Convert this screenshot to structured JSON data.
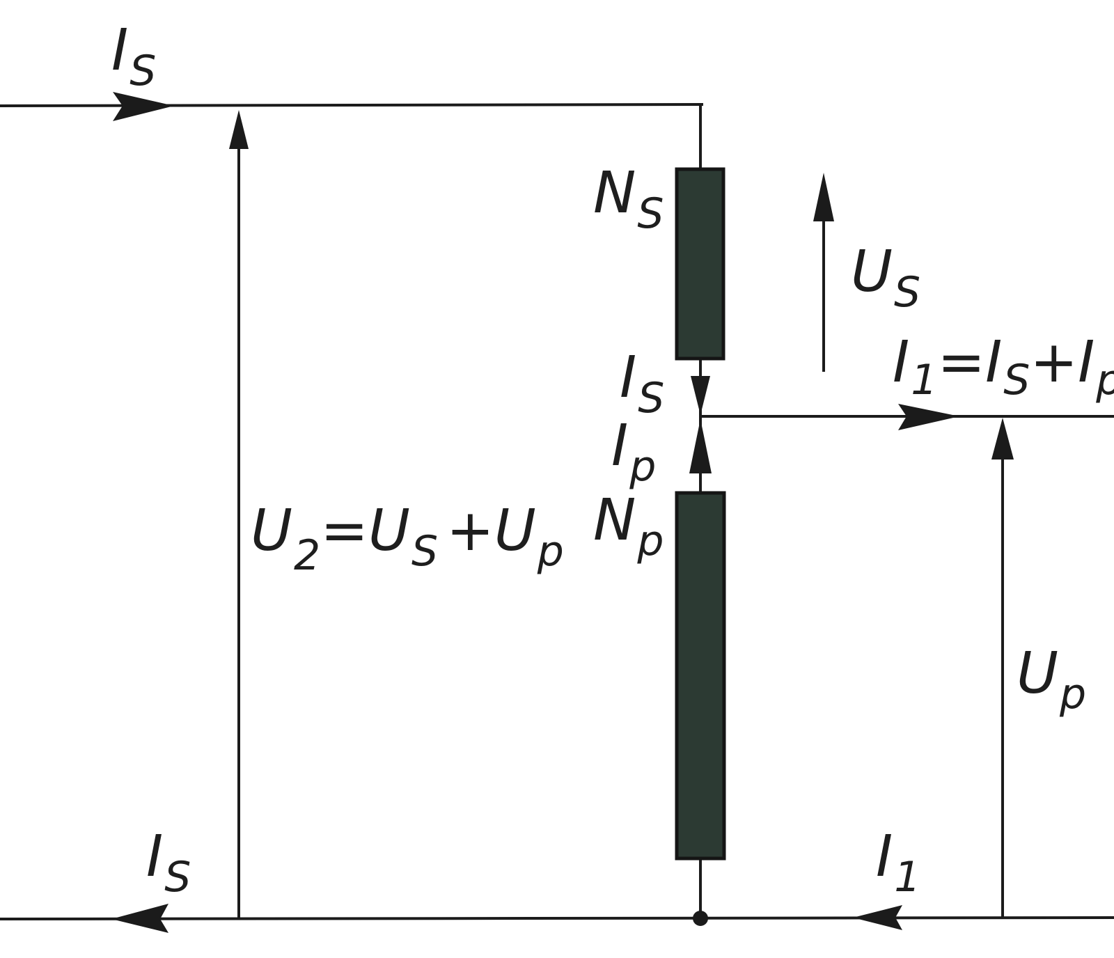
{
  "diagram": {
    "labels": {
      "top_left_current_main": "I",
      "top_left_current_sub": "S",
      "series_winding_main": "N",
      "series_winding_sub": "S",
      "series_voltage_main": "U",
      "series_voltage_sub": "S",
      "node_series_current_main": "I",
      "node_series_current_sub": "S",
      "node_parallel_current_main": "I",
      "node_parallel_current_sub": "p",
      "parallel_winding_main": "N",
      "parallel_winding_sub": "p",
      "output_voltage_U": "U",
      "output_voltage_sub2": "2",
      "output_voltage_eq": "=U",
      "output_voltage_subS": "S",
      "output_voltage_plus": "+U",
      "output_voltage_subp": "p",
      "input_current_I": "I",
      "input_current_sub1": "1",
      "input_current_eq": "=I",
      "input_current_subS": "S",
      "input_current_plus": "+I",
      "input_current_subp": "p",
      "parallel_voltage_main": "U",
      "parallel_voltage_sub": "p",
      "bottom_left_current_main": "I",
      "bottom_left_current_sub": "S",
      "bottom_right_current_main": "I",
      "bottom_right_current_sub": "1"
    },
    "colors": {
      "wire": "#1b1b1b",
      "winding": "#2c3a33",
      "background": "#ffffff"
    }
  }
}
